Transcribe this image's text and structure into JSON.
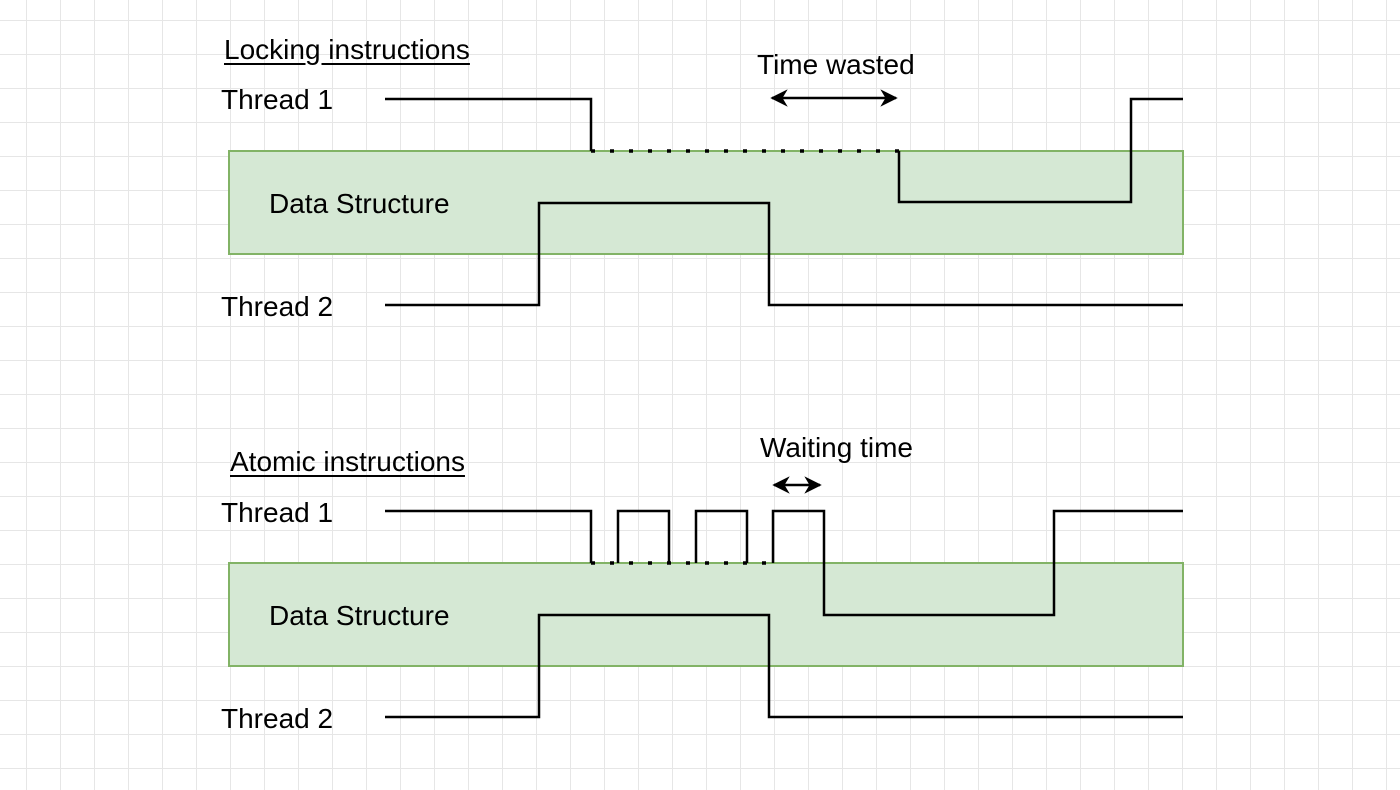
{
  "colors": {
    "box_fill": "#d5e8d4",
    "box_stroke": "#82b366",
    "line": "#000000",
    "grid": "#e6e6e6"
  },
  "locking": {
    "heading": "Locking instructions",
    "annotation": "Time wasted",
    "thread1_label": "Thread 1",
    "thread2_label": "Thread 2",
    "box_label": "Data Structure"
  },
  "atomic": {
    "heading": "Atomic instructions",
    "annotation": "Waiting time",
    "thread1_label": "Thread 1",
    "thread2_label": "Thread 2",
    "box_label": "Data Structure"
  }
}
